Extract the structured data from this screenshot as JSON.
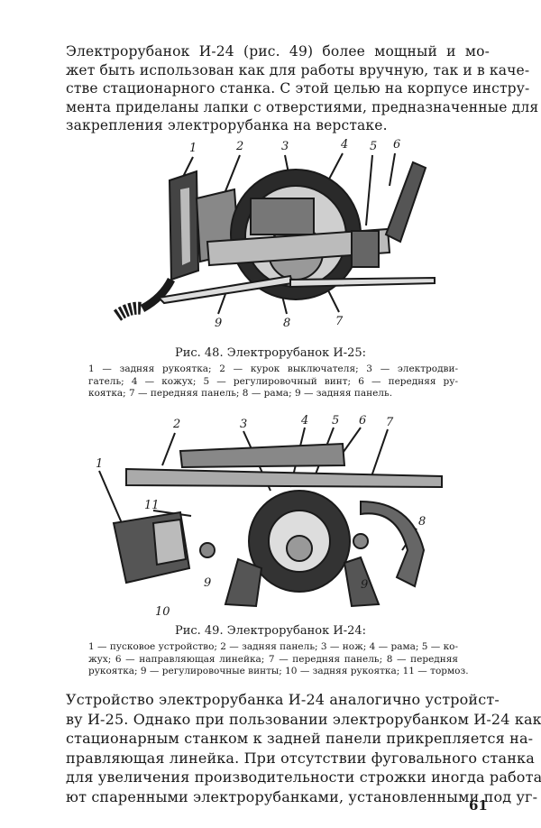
{
  "top_paragraph": [
    "Электрорубанок И-24 (рис. 49) более мощный и мо-",
    "жет быть использован как для работы вручную, так и в каче-",
    "стве стационарного станка. С этой целью на корпусе инстру-",
    "мента приделаны лапки с отверстиями, предназначенные для",
    "закрепления электрорубанка на верстаке."
  ],
  "figure48": {
    "callouts": [
      "1",
      "2",
      "3",
      "4",
      "5",
      "6",
      "7",
      "8",
      "9"
    ],
    "caption_title": "Рис. 48. Электрорубанок И-25:",
    "caption_lines": [
      "1 — задняя рукоятка; 2 — курок выключателя; 3 — электродви-",
      "гатель; 4 — кожух; 5 — регулировочный винт; 6 — передняя ру-",
      "коятка; 7 — передняя панель; 8 — рама; 9 — задняя панель."
    ]
  },
  "figure49": {
    "callouts": [
      "1",
      "2",
      "3",
      "4",
      "5",
      "6",
      "7",
      "8",
      "9",
      "9",
      "10",
      "11"
    ],
    "caption_title": "Рис. 49. Электрорубанок И-24:",
    "caption_lines": [
      "1 — пусковое устройство; 2 — задняя панель; 3 — нож; 4 — рама; 5 — ко-",
      "жух; 6 — направляющая линейка; 7 — передняя панель; 8 — передняя",
      "рукоятка; 9 — регулировочные винты; 10 — задняя рукоятка; 11 — тормоз."
    ]
  },
  "bottom_paragraph": [
    "Устройство электрорубанка И-24 аналогично устройст-",
    "ву И-25. Однако при пользовании электрорубанком И-24 как",
    "стационарным станком к задней панели прикрепляется на-",
    "правляющая линейка. При отсутствии фуговального станка",
    "для увеличения производительности строжки иногда работа-",
    "ют спаренными электрорубанками, установленными под уг-"
  ],
  "page_number": "61"
}
